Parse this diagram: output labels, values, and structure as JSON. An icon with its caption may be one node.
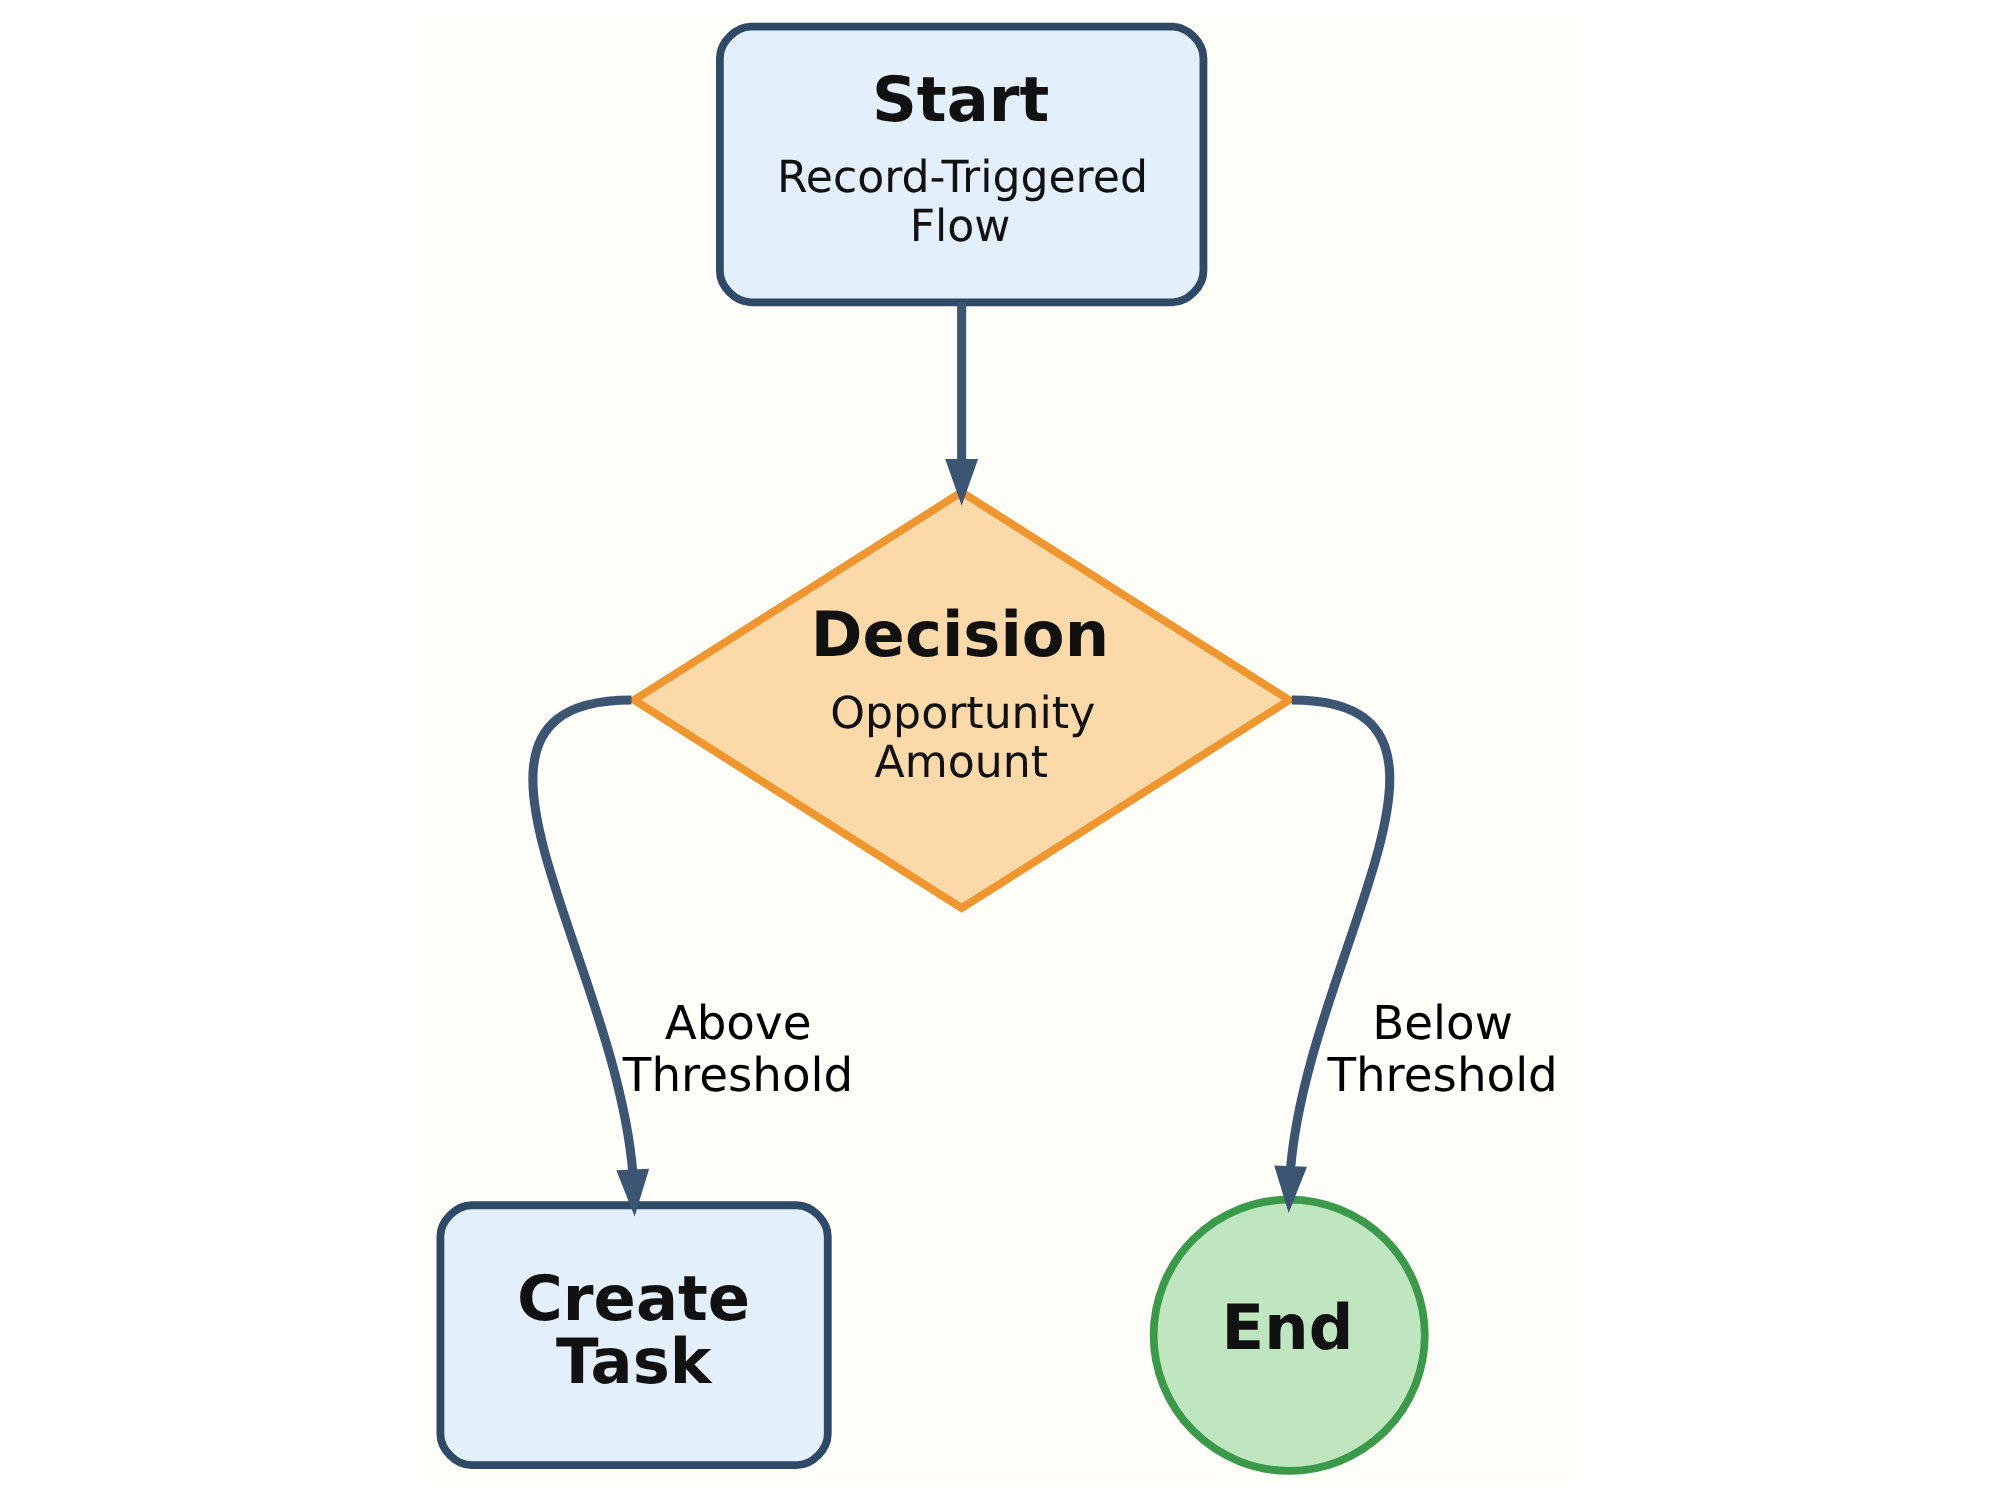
{
  "diagram": {
    "nodes": [
      {
        "text": [
          "Start",
          "Record-Triggered Flow"
        ]
      },
      {
        "text": [
          "Decision",
          "Opportunity Amount"
        ]
      },
      {
        "text": [
          "Create Task"
        ]
      },
      {
        "text": [
          "End"
        ]
      }
    ],
    "edges": [
      {
        "from": 0,
        "to": 1,
        "arrow": "to"
      },
      {
        "from": 1,
        "to": 2,
        "arrow": "to",
        "label": "Above Threshold"
      },
      {
        "from": 1,
        "to": 3,
        "arrow": "to",
        "label": "Below Threshold"
      }
    ]
  }
}
